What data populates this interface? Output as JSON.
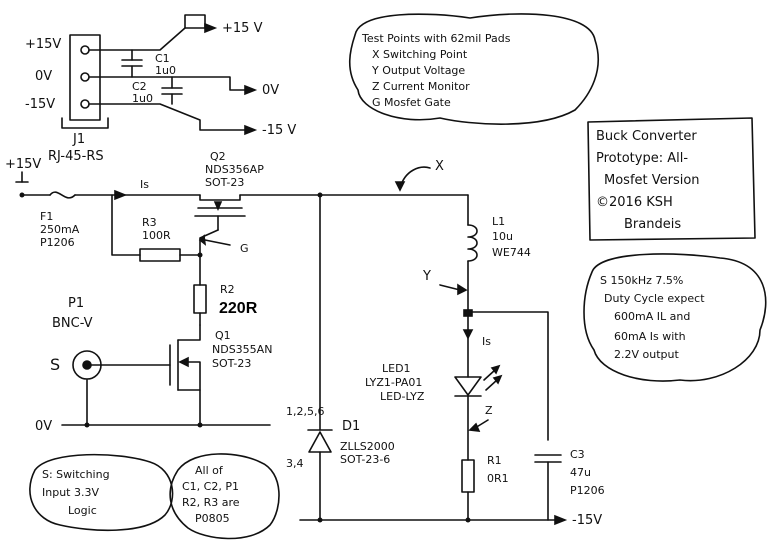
{
  "connector_j1": {
    "ref": "J1",
    "pins": [
      "+15V",
      "0V",
      "-15V"
    ],
    "out_plus": "+15 V",
    "out_zero": "0V",
    "out_minus": "-15 V"
  },
  "caps_supply": {
    "c1_ref": "C1",
    "c1_val": "1u0",
    "c2_ref": "C2",
    "c2_val": "1u0"
  },
  "test_points_note": [
    "Test Points with 62mil Pads",
    "X  Switching Point",
    "Y  Output Voltage",
    "Z  Current Monitor",
    "G  Mosfet Gate"
  ],
  "title_block": [
    "Buck Converter",
    "Prototype: All-",
    "Mosfet Version",
    "©2016  KSH",
    "Brandeis"
  ],
  "spec_note": [
    "S  150kHz 7.5%",
    "Duty Cycle expect",
    "600mA  IL and",
    "60mA  Is with",
    "2.2V output"
  ],
  "input": {
    "label": "+15V",
    "connector": "RJ-45-RS"
  },
  "fuse": {
    "ref": "F1",
    "val": "250mA",
    "pkg": "P1206"
  },
  "current_label": "Is",
  "q2": {
    "ref": "Q2",
    "part": "NDS356AP",
    "pkg": "SOT-23"
  },
  "r3": {
    "ref": "R3",
    "val": "100R"
  },
  "gate_label": "G",
  "r2": {
    "ref": "R2",
    "val": "220R"
  },
  "p1": {
    "ref": "P1",
    "type": "BNC-V",
    "signal": "S"
  },
  "q1": {
    "ref": "Q1",
    "part": "NDS355AN",
    "pkg": "SOT-23"
  },
  "ground_label": "0V",
  "x_label": "X",
  "y_label": "Y",
  "z_label": "Z",
  "l1": {
    "ref": "L1",
    "val": "10u",
    "part": "WE744"
  },
  "led1": {
    "ref": "LED1",
    "part": "LYZ1-PA01",
    "name": "LED-LYZ"
  },
  "d1": {
    "ref": "D1",
    "part": "ZLLS2000",
    "pkg": "SOT-23-6",
    "pins_top": "1,2,5,6",
    "pins_bottom": "3,4"
  },
  "r1": {
    "ref": "R1",
    "val": "0R1"
  },
  "c3": {
    "ref": "C3",
    "val": "47u",
    "pkg": "P1206"
  },
  "neg_rail": "-15V",
  "switching_note": [
    "S: Switching",
    "Input 3.3V",
    "Logic"
  ],
  "pkg_note": [
    "All of",
    "C1, C2, P1",
    "R2, R3 are",
    "P0805"
  ]
}
